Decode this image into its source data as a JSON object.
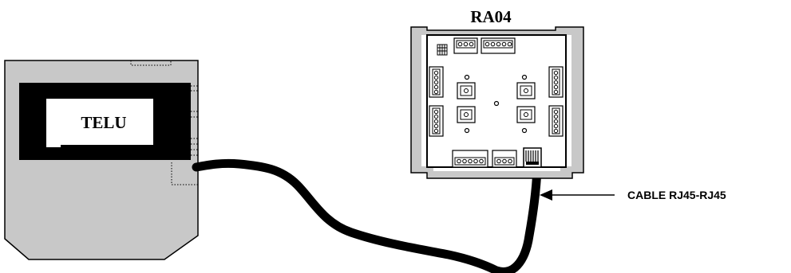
{
  "diagram": {
    "module_label": "RA04",
    "terminal_label": "TELU",
    "cable_label": "CABLE RJ45-RJ45"
  },
  "colors": {
    "device_fill": "#c8c8c8",
    "frame": "#000000",
    "cable": "#000000",
    "background": "#ffffff"
  }
}
